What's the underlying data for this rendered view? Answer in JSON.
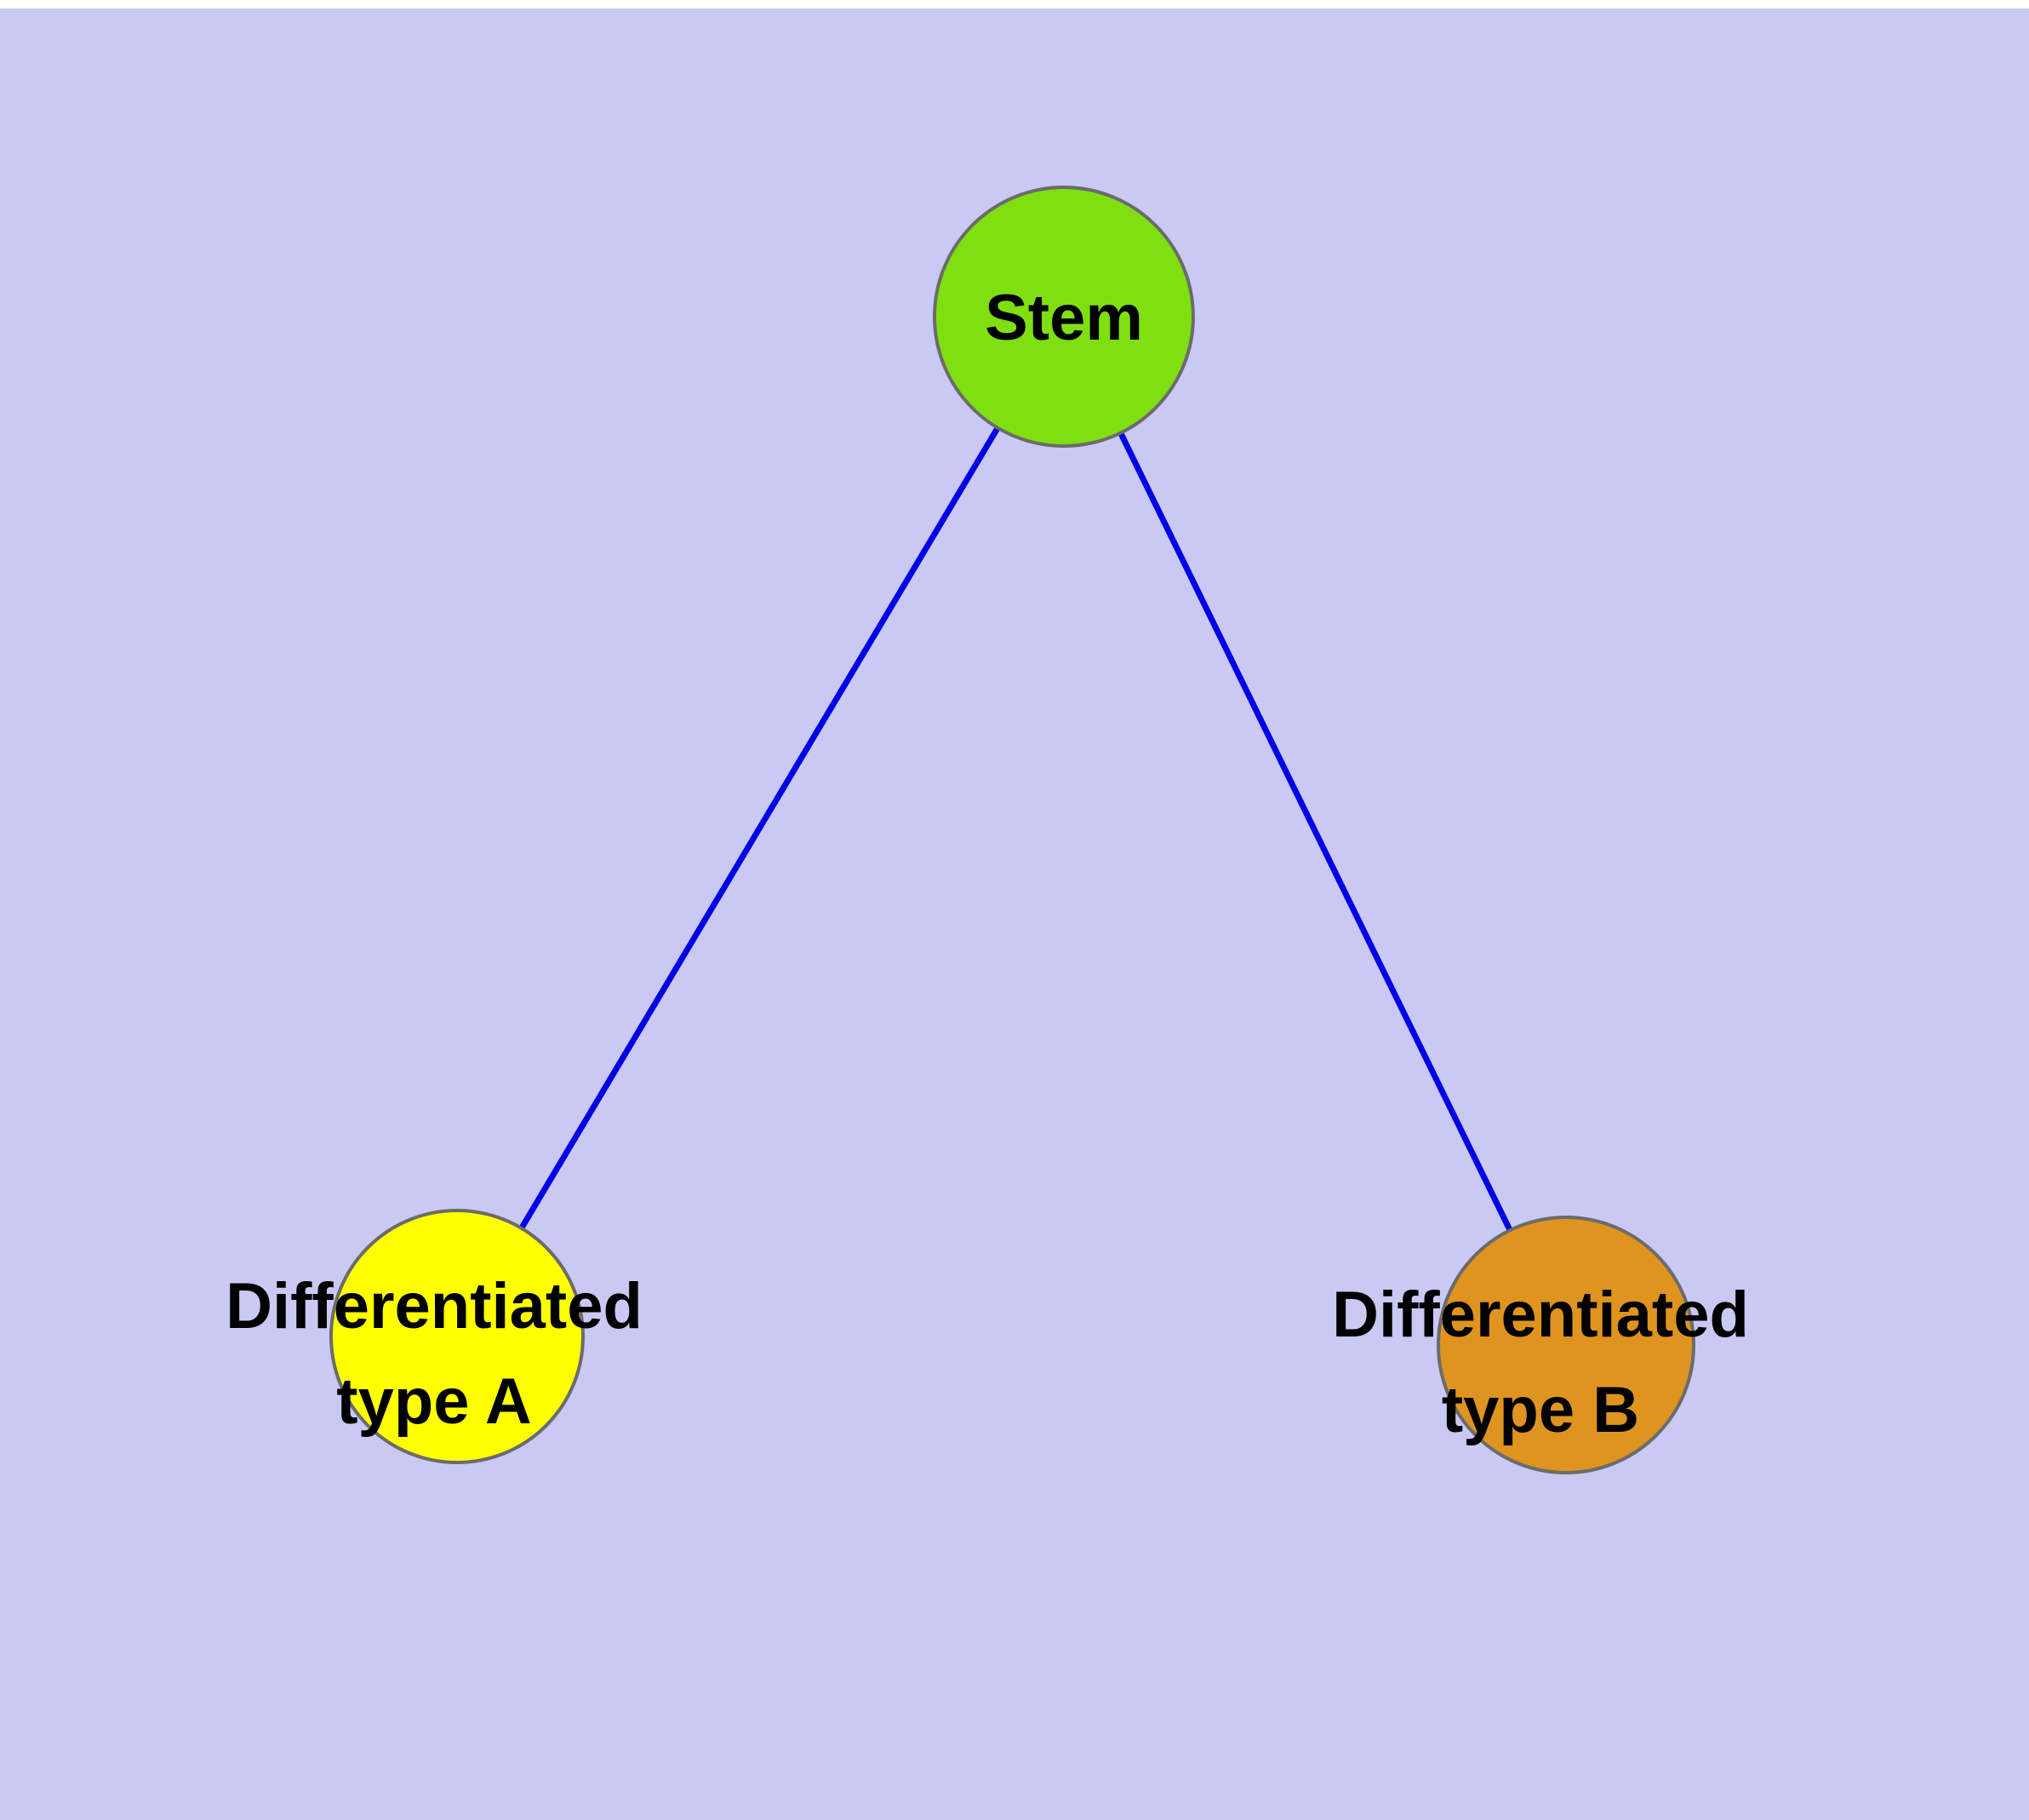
{
  "colors": {
    "background": "#c9c9f3",
    "edge": "#0000e6",
    "node_stroke": "#6b6b6b",
    "stem_fill": "#80df10",
    "type_a_fill": "#ffff00",
    "type_b_fill": "#de941f",
    "label_color": "#000000"
  },
  "nodes": {
    "stem": {
      "label": "Stem"
    },
    "type_a": {
      "label_line1": "Differentiated",
      "label_line2": "type A"
    },
    "type_b": {
      "label_line1": "Differentiated",
      "label_line2": "type B"
    }
  }
}
